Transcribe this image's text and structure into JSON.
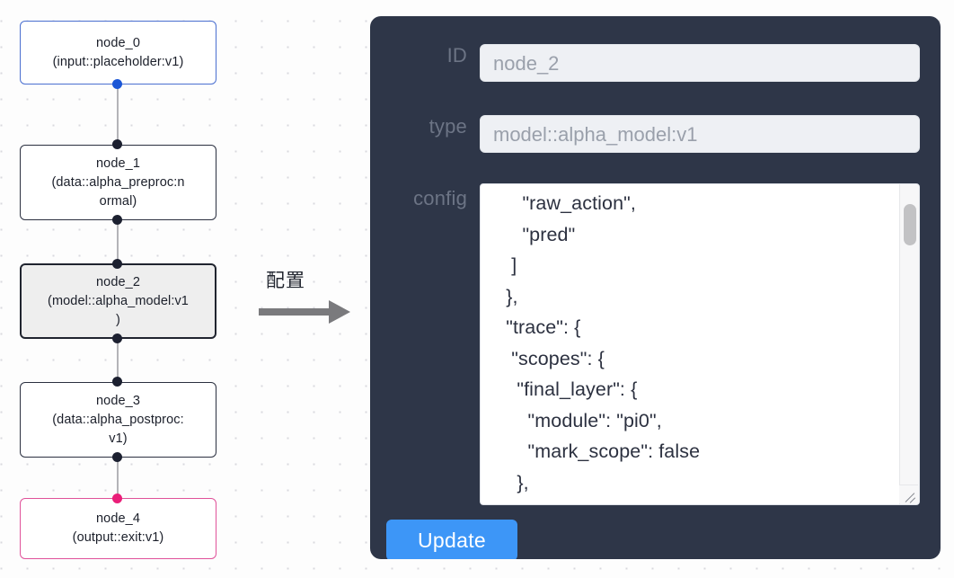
{
  "graph": {
    "nodes": [
      {
        "id": "node_0",
        "label": "node_0\n(input::placeholder:v1)",
        "kind": "input"
      },
      {
        "id": "node_1",
        "label": "node_1\n(data::alpha_preproc:n\normal)",
        "kind": "default"
      },
      {
        "id": "node_2",
        "label": "node_2\n(model::alpha_model:v1\n)",
        "kind": "selected"
      },
      {
        "id": "node_3",
        "label": "node_3\n(data::alpha_postproc:\nv1)",
        "kind": "default"
      },
      {
        "id": "node_4",
        "label": "node_4\n(output::exit:v1)",
        "kind": "output"
      }
    ],
    "colors": {
      "input_border": "#4a6fd0",
      "default_border": "#2b3040",
      "selected_border": "#20242f",
      "selected_fill": "#eeeeee",
      "output_border": "#e0529a",
      "edge": "#b4b4b8",
      "handle_default": "#1c2030",
      "handle_input": "#1a56d6",
      "handle_output": "#ea1e79"
    }
  },
  "annotation": {
    "label": "配置",
    "arrow_icon": "arrow-right-icon",
    "arrow_color": "#7a7a7d"
  },
  "panel": {
    "background": "#2e3648",
    "fields": [
      {
        "name": "id",
        "label": "ID",
        "value": "node_2"
      },
      {
        "name": "type",
        "label": "type",
        "value": "model::alpha_model:v1"
      },
      {
        "name": "config",
        "label": "config",
        "value": ""
      }
    ],
    "id": {
      "label": "ID",
      "value": "node_2"
    },
    "type": {
      "label": "type",
      "value": "model::alpha_model:v1"
    },
    "config": {
      "label": "config",
      "value": "      \"raw_action\",\n      \"pred\"\n    ]\n   },\n   \"trace\": {\n    \"scopes\": {\n     \"final_layer\": {\n       \"module\": \"pi0\",\n       \"mark_scope\": false\n     },\n     \"action_model\": {",
      "scrollbar": "vertical-scrollbar",
      "resize_handle": "resize-grip-icon"
    },
    "update_button": {
      "label": "Update",
      "color": "#3d96f7"
    }
  }
}
